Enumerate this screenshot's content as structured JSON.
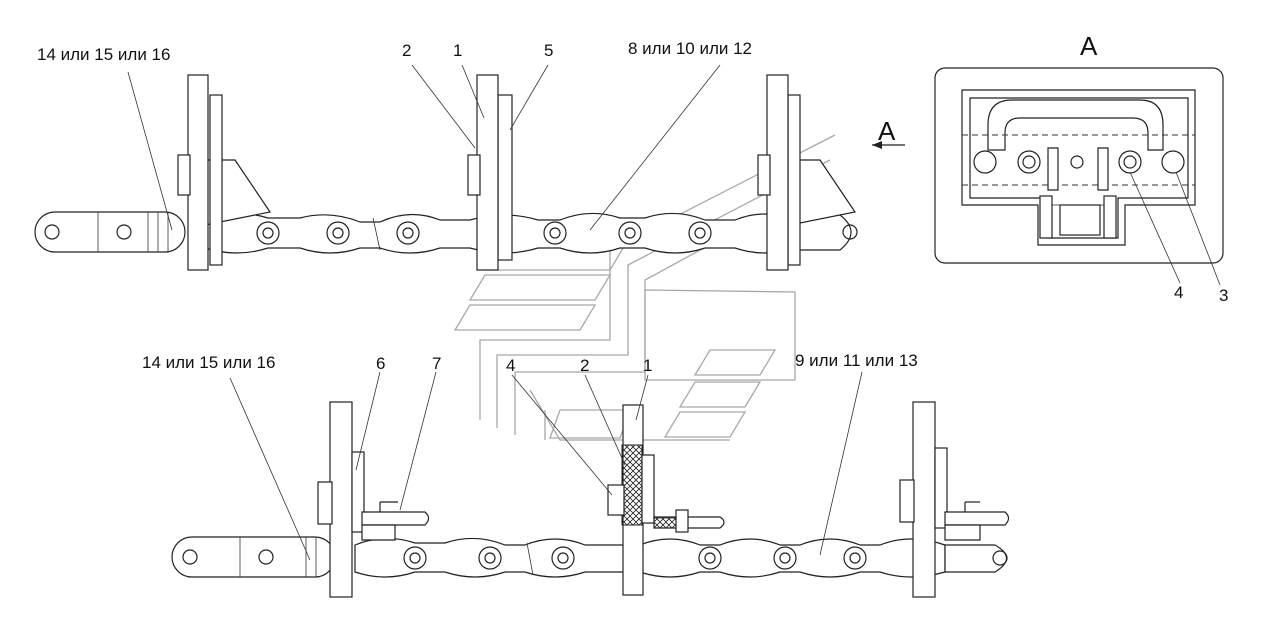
{
  "labels": {
    "top_left": "14 или 15 или 16",
    "top_2": "2",
    "top_1": "1",
    "top_5": "5",
    "top_right": "8 или 10 или 12",
    "view_arrow": "А",
    "view_title": "А",
    "view_4": "4",
    "view_3": "3",
    "bottom_left": "14 или 15 или 16",
    "bottom_6": "6",
    "bottom_7": "7",
    "bottom_4": "4",
    "bottom_2": "2",
    "bottom_1": "1",
    "bottom_right": "9 или 11 или 13"
  }
}
